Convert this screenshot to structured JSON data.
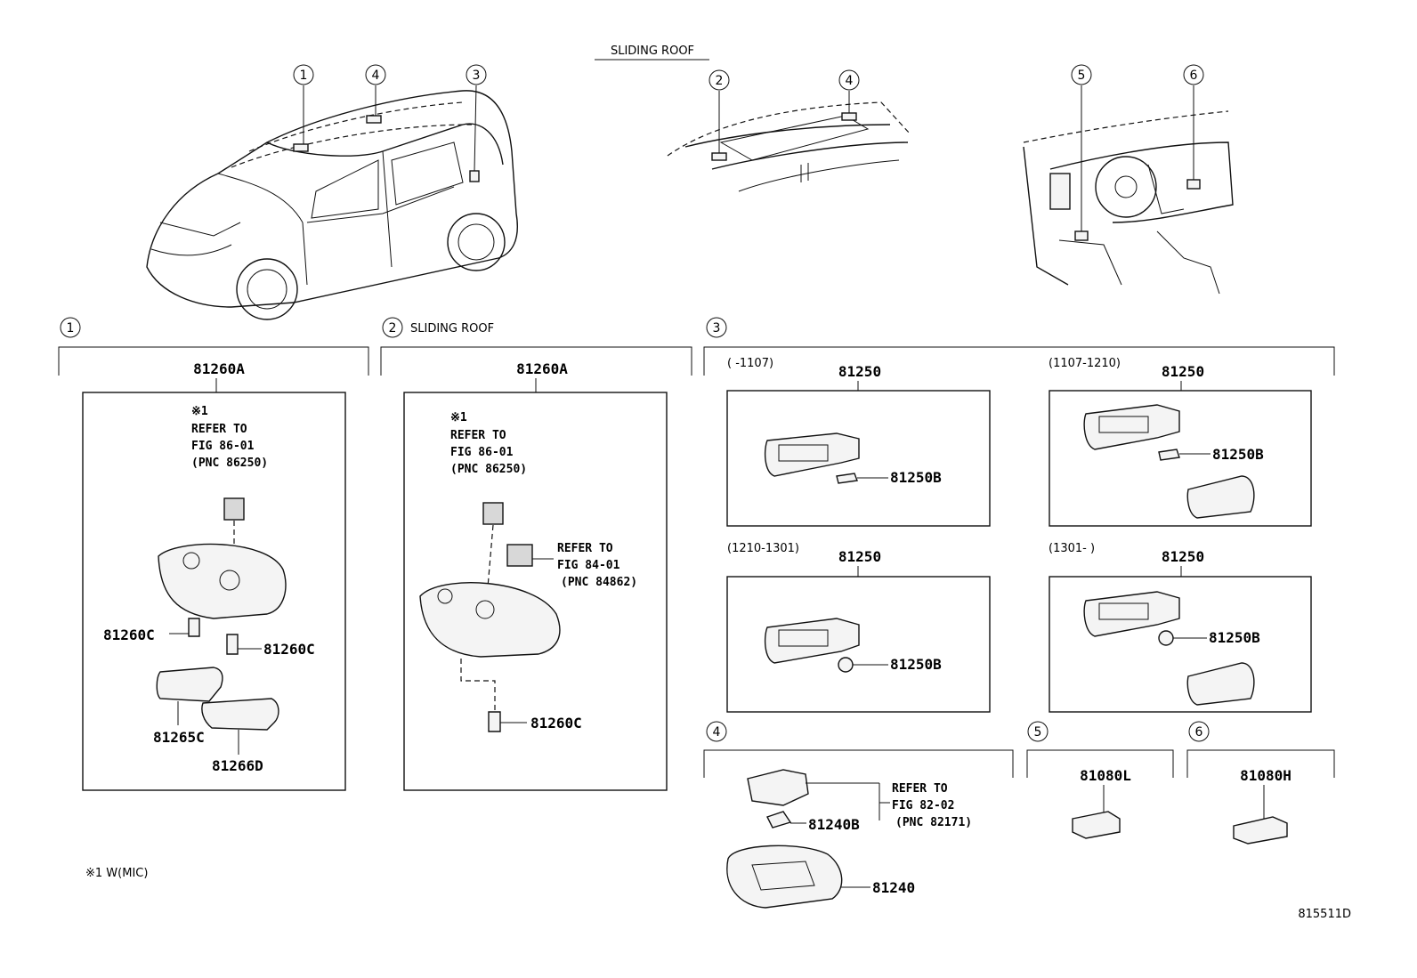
{
  "overview": {
    "sliding_roof_title": "SLIDING ROOF",
    "car_callouts": [
      "1",
      "4",
      "3"
    ],
    "roof_callouts": [
      "2",
      "4"
    ],
    "dash_callouts": [
      "5",
      "6"
    ]
  },
  "sections": {
    "s1": {
      "num": "1",
      "title": ""
    },
    "s2": {
      "num": "2",
      "title": "SLIDING ROOF"
    },
    "s3": {
      "num": "3",
      "title": ""
    },
    "s4": {
      "num": "4",
      "title": ""
    },
    "s5": {
      "num": "5",
      "title": ""
    },
    "s6": {
      "num": "6",
      "title": ""
    }
  },
  "panel1": {
    "main": "81260A",
    "note_mark": "※1",
    "note_l1": "REFER TO",
    "note_l2": "FIG 86-01",
    "note_l3": "(PNC 86250)",
    "p_left": "81260C",
    "p_right": "81260C",
    "p_lens1": "81265C",
    "p_lens2": "81266D"
  },
  "panel2": {
    "main": "81260A",
    "note_mark": "※1",
    "note_l1": "REFER TO",
    "note_l2": "FIG 86-01",
    "note_l3": "(PNC 86250)",
    "ref2_l1": "REFER TO",
    "ref2_l2": "FIG 84-01",
    "ref2_l3": "(PNC 84862)",
    "bulb": "81260C"
  },
  "panel3": {
    "a": {
      "range": "(      -1107)",
      "main": "81250",
      "bulb": "81250B"
    },
    "b": {
      "range": "(1107-1210)",
      "main": "81250",
      "bulb": "81250B"
    },
    "c": {
      "range": "(1210-1301)",
      "main": "81250",
      "bulb": "81250B"
    },
    "d": {
      "range": "(1301-      )",
      "main": "81250",
      "bulb": "81250B"
    }
  },
  "panel4": {
    "ref_l1": "REFER TO",
    "ref_l2": "FIG 82-02",
    "ref_l3": "(PNC 82171)",
    "bulb": "81240B",
    "lens": "81240"
  },
  "panel5": {
    "part": "81080L"
  },
  "panel6": {
    "part": "81080H"
  },
  "footnote": "※1 W(MIC)",
  "figure_id": "815511D"
}
